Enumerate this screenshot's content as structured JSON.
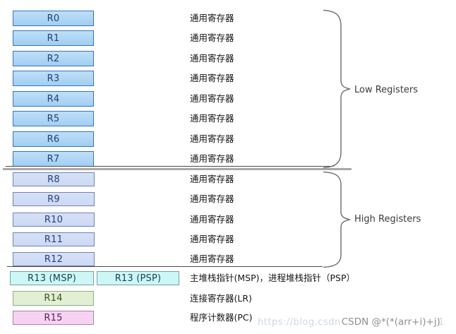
{
  "registers": {
    "low": {
      "brace_label": "Low Registers",
      "rows": [
        {
          "name": "R0",
          "desc": "通用寄存器"
        },
        {
          "name": "R1",
          "desc": "通用寄存器"
        },
        {
          "name": "R2",
          "desc": "通用寄存器"
        },
        {
          "name": "R3",
          "desc": "通用寄存器"
        },
        {
          "name": "R4",
          "desc": "通用寄存器"
        },
        {
          "name": "R5",
          "desc": "通用寄存器"
        },
        {
          "name": "R6",
          "desc": "通用寄存器"
        },
        {
          "name": "R7",
          "desc": "通用寄存器"
        }
      ]
    },
    "high": {
      "brace_label": "High Registers",
      "rows": [
        {
          "name": "R8",
          "desc": "通用寄存器"
        },
        {
          "name": "R9",
          "desc": "通用寄存器"
        },
        {
          "name": "R10",
          "desc": "通用寄存器"
        },
        {
          "name": "R11",
          "desc": "通用寄存器"
        },
        {
          "name": "R12",
          "desc": "通用寄存器"
        }
      ]
    },
    "special": [
      {
        "boxes": [
          "R13 (MSP)",
          "R13 (PSP)"
        ],
        "desc": "主堆栈指针(MSP)，进程堆栈指针（PSP）",
        "style": "cyan"
      },
      {
        "boxes": [
          "R14"
        ],
        "desc": "连接寄存器(LR)",
        "style": "green"
      },
      {
        "boxes": [
          "R15"
        ],
        "desc": "程序计数器(PC)",
        "style": "pink"
      }
    ]
  },
  "colors": {
    "blue": {
      "fill": "#A2CEF2",
      "fill_top": "#BEDFF8",
      "border": "#3474BE",
      "text": "#1F3F77"
    },
    "periwinkle": {
      "fill": "#CDD9F4",
      "fill_top": "#D6E0F7",
      "border": "#7284AE",
      "text": "#24407A"
    },
    "cyan": {
      "fill": "#CDF7F7",
      "fill_top": "#CDF7F7",
      "border": "#74A2A2",
      "text": "#17454F"
    },
    "green": {
      "fill": "#E2EFD3",
      "fill_top": "#E2EFD3",
      "border": "#92AC84",
      "text": "#3E5124"
    },
    "pink": {
      "fill": "#F7D2F3",
      "fill_top": "#F7D2F3",
      "border": "#A189A3",
      "text": "#55284F"
    }
  },
  "watermark": {
    "url_text": "https://blog.csdn",
    "user_text": "CSDN @*(*(arr+i)+j)",
    "suffix": "1"
  }
}
